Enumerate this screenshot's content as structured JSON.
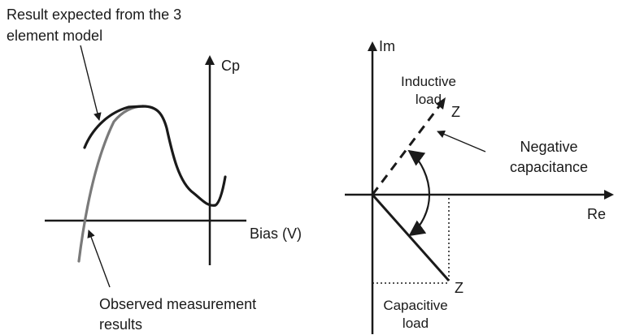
{
  "left_diagram": {
    "annotation_top": [
      "Result expected from the 3",
      "element model"
    ],
    "y_axis_label": "Cp",
    "x_axis_label": "Bias (V)",
    "annotation_bottom": [
      "Observed measurement",
      "results"
    ]
  },
  "right_diagram": {
    "y_axis_label": "Im",
    "x_axis_label": "Re",
    "inductive_label": [
      "Inductive",
      "load"
    ],
    "inductive_vector_label": "Z",
    "negative_label": [
      "Negative",
      "capacitance"
    ],
    "capacitive_vector_label": "Z",
    "capacitive_label": [
      "Capacitive",
      "load"
    ]
  },
  "colors": {
    "ink": "#1a1a1a",
    "observed_curve": "#7a7a7a"
  }
}
